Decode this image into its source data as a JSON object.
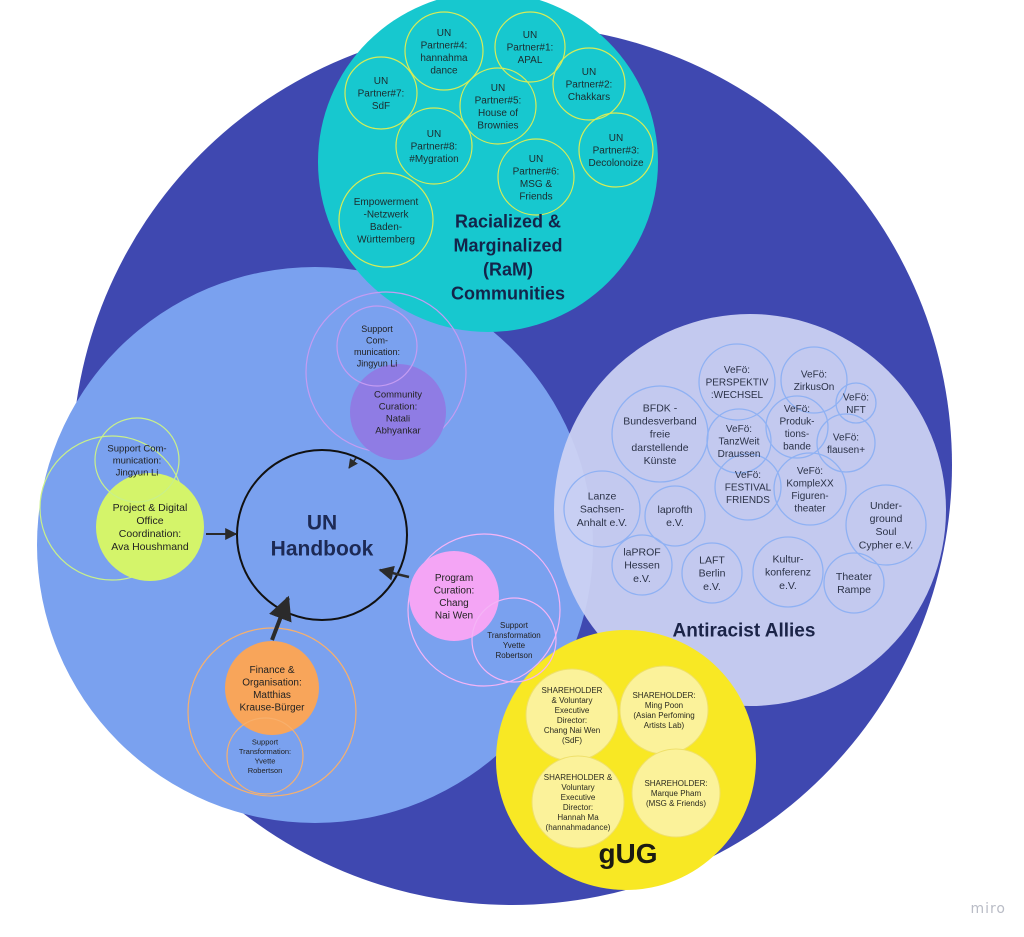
{
  "watermark": "miro",
  "colors": {
    "outer": "#3f48b0",
    "handbook_area": "#7aa1ef",
    "ram_area": "#17c8cf",
    "allies_area": "#cdd3f3",
    "gug_area": "#f8e824"
  },
  "handbook": {
    "center_lines": [
      "UN",
      "Handbook"
    ],
    "nodes": [
      {
        "id": "project",
        "fill": "#d4f46a",
        "lines": [
          "Project & Digital",
          "Office",
          "Coordination:",
          "Ava Houshmand"
        ]
      },
      {
        "id": "project-support",
        "lines": [
          "Support  Com-",
          "munication:",
          "Jingyun Li"
        ]
      },
      {
        "id": "community",
        "fill": "#8f7ce4",
        "lines": [
          "Community",
          "Curation:",
          "Natali",
          "Abhyankar"
        ]
      },
      {
        "id": "community-support",
        "lines": [
          "Support",
          "Com-",
          "munication:",
          "Jingyun Li"
        ]
      },
      {
        "id": "program",
        "fill": "#f4a5f5",
        "lines": [
          "Program",
          "Curation:",
          "Chang",
          "Nai Wen"
        ]
      },
      {
        "id": "program-support",
        "lines": [
          "Support",
          "Transformation",
          "Yvette",
          "Robertson"
        ]
      },
      {
        "id": "finance",
        "fill": "#f8a55a",
        "lines": [
          "Finance &",
          "Organisation:",
          "Matthias",
          "Krause-Bürger"
        ]
      },
      {
        "id": "finance-support",
        "lines": [
          "Support",
          "Transformation:",
          "Yvette",
          "Robertson"
        ]
      }
    ]
  },
  "ram": {
    "title_lines": [
      "Racialized &",
      "Marginalized",
      "(RaM)",
      "Communities"
    ],
    "partners": [
      {
        "lines": [
          "UN",
          "Partner#4:",
          "hannahma",
          "dance"
        ]
      },
      {
        "lines": [
          "UN",
          "Partner#1:",
          "APAL"
        ]
      },
      {
        "lines": [
          "UN",
          "Partner#7:",
          "SdF"
        ]
      },
      {
        "lines": [
          "UN",
          "Partner#5:",
          "House of",
          "Brownies"
        ]
      },
      {
        "lines": [
          "UN",
          "Partner#2:",
          "Chakkars"
        ]
      },
      {
        "lines": [
          "UN",
          "Partner#8:",
          "#Mygration"
        ]
      },
      {
        "lines": [
          "UN",
          "Partner#3:",
          "Decolonoize"
        ]
      },
      {
        "lines": [
          "UN",
          "Partner#6:",
          "MSG &",
          "Friends"
        ]
      },
      {
        "lines": [
          "Empowerment",
          "-Netzwerk",
          "Baden-",
          "Württemberg"
        ]
      }
    ]
  },
  "allies": {
    "title": "Antiracist Allies",
    "members": [
      {
        "lines": [
          "BFDK -",
          "Bundesverband",
          "freie",
          "darstellende",
          "Künste"
        ]
      },
      {
        "lines": [
          "VeFö:",
          "PERSPEKTIV",
          ":WECHSEL"
        ]
      },
      {
        "lines": [
          "VeFö:",
          "ZirkusOn"
        ]
      },
      {
        "lines": [
          "VeFö:",
          "NFT"
        ]
      },
      {
        "lines": [
          "VeFö:",
          "Produk-",
          "tions-",
          "bande"
        ]
      },
      {
        "lines": [
          "VeFö:",
          "TanzWeit",
          "Draussen"
        ]
      },
      {
        "lines": [
          "VeFö:",
          "flausen+"
        ]
      },
      {
        "lines": [
          "VeFö:",
          "FESTIVAL",
          "FRIENDS"
        ]
      },
      {
        "lines": [
          "VeFö:",
          "KompleXX",
          "Figuren-",
          "theater"
        ]
      },
      {
        "lines": [
          "Lanze",
          "Sachsen-",
          "Anhalt e.V."
        ]
      },
      {
        "lines": [
          "laprofth",
          "e.V."
        ]
      },
      {
        "lines": [
          "Under-",
          "ground",
          "Soul",
          "Cypher e.V."
        ]
      },
      {
        "lines": [
          "laPROF",
          "Hessen",
          "e.V."
        ]
      },
      {
        "lines": [
          "LAFT",
          "Berlin",
          "e.V."
        ]
      },
      {
        "lines": [
          "Kultur-",
          "konferenz",
          "e.V."
        ]
      },
      {
        "lines": [
          "Theater",
          "Rampe"
        ]
      }
    ]
  },
  "gug": {
    "title": "gUG",
    "shareholders": [
      {
        "lines": [
          "SHAREHOLDER",
          "& Voluntary",
          "Executive",
          "Director:",
          "Chang Nai Wen",
          "(SdF)"
        ]
      },
      {
        "lines": [
          "SHAREHOLDER:",
          "Ming Poon",
          "(Asian Perfoming",
          "Artists Lab)"
        ]
      },
      {
        "lines": [
          "SHAREHOLDER &",
          "Voluntary",
          "Executive",
          "Director:",
          "Hannah Ma",
          "(hannahmadance)"
        ]
      },
      {
        "lines": [
          "SHAREHOLDER:",
          "Marque Pham",
          "(MSG & Friends)"
        ]
      }
    ]
  }
}
